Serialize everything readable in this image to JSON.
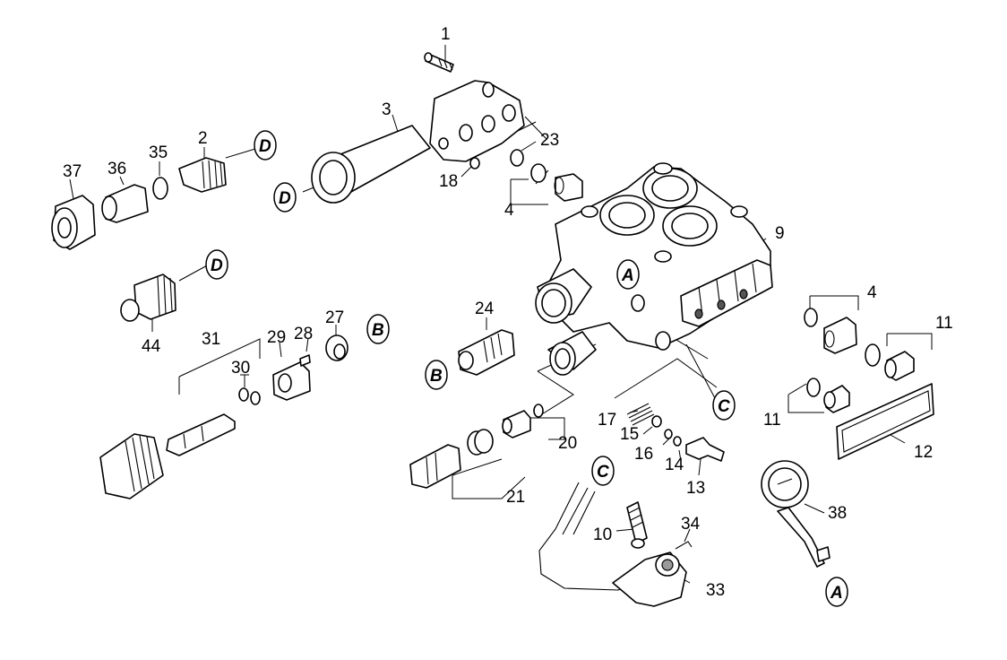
{
  "callouts": {
    "c1": "1",
    "c2": "2",
    "c3": "3",
    "c4a": "4",
    "c4b": "4",
    "c9": "9",
    "c10": "10",
    "c11a": "11",
    "c11b": "11",
    "c12": "12",
    "c13": "13",
    "c14": "14",
    "c15": "15",
    "c16": "16",
    "c17": "17",
    "c18": "18",
    "c20": "20",
    "c21": "21",
    "c23": "23",
    "c24": "24",
    "c27": "27",
    "c28": "28",
    "c29": "29",
    "c30": "30",
    "c31": "31",
    "c33": "33",
    "c34": "34",
    "c35": "35",
    "c36": "36",
    "c37": "37",
    "c38": "38",
    "c44": "44"
  },
  "refs": {
    "d_top": "D",
    "d_left": "D",
    "d_mid": "D",
    "a_pump": "A",
    "a_bottom": "A",
    "b_right": "B",
    "b_left": "B",
    "c_right": "C",
    "c_bottom": "C"
  }
}
